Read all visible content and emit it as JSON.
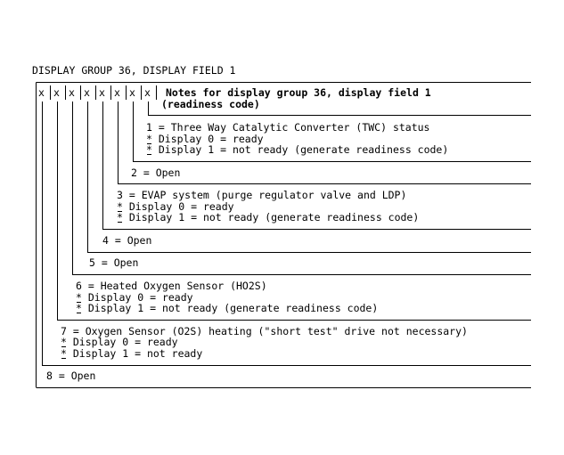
{
  "heading": "DISPLAY GROUP 36, DISPLAY FIELD 1",
  "field_marker": "x",
  "notes": {
    "title": "Notes for display group 36, display field 1",
    "subtitle": "(readiness code)"
  },
  "bits": [
    {
      "title": "1 = Three Way Catalytic Converter (TWC) status",
      "lines": [
        {
          "marker": "*",
          "text": "Display 0 = ready"
        },
        {
          "marker": "*",
          "text": "Display 1 = not ready (generate readiness code)"
        }
      ]
    },
    {
      "title": "2 = Open"
    },
    {
      "title": "3 = EVAP system (purge regulator valve and LDP)",
      "lines": [
        {
          "marker": "*",
          "text": "Display 0 = ready"
        },
        {
          "marker": "*",
          "text": "Display 1 = not ready (generate readiness code)"
        }
      ]
    },
    {
      "title": "4 = Open"
    },
    {
      "title": "5 = Open"
    },
    {
      "title": "6 = Heated Oxygen Sensor (HO2S)",
      "lines": [
        {
          "marker": "*",
          "text": "Display 0 = ready"
        },
        {
          "marker": "*",
          "text": "Display 1 = not ready (generate readiness code)"
        }
      ]
    },
    {
      "title": "7 = Oxygen Sensor (O2S) heating (\"short test\" drive not necessary)",
      "lines": [
        {
          "marker": "*",
          "text": "Display 0 = ready"
        },
        {
          "marker": "*",
          "text": "Display 1 = not ready"
        }
      ]
    },
    {
      "title": "8 = Open"
    }
  ]
}
